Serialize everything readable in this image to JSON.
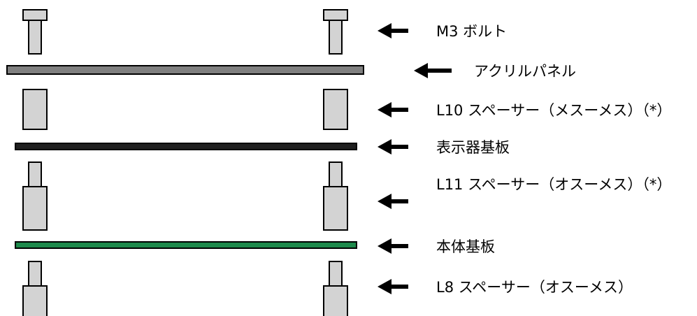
{
  "layers": [
    {
      "id": "bolt",
      "label": "M3 ボルト"
    },
    {
      "id": "acrylic",
      "label": "アクリルパネル"
    },
    {
      "id": "spacer10",
      "label": "L10 スペーサー（メスーメス）（*）"
    },
    {
      "id": "display",
      "label": "表示器基板"
    },
    {
      "id": "spacer11",
      "label": "L11 スペーサー（オスーメス）（*）"
    },
    {
      "id": "main",
      "label": "本体基板"
    },
    {
      "id": "spacer8",
      "label": "L8 スペーサー（オスーメス）"
    }
  ],
  "colors": {
    "part_fill": "#d3d3d3",
    "outline": "#000000",
    "acrylic": "#808080",
    "display_board": "#202020",
    "main_board": "#1e8a4c"
  }
}
